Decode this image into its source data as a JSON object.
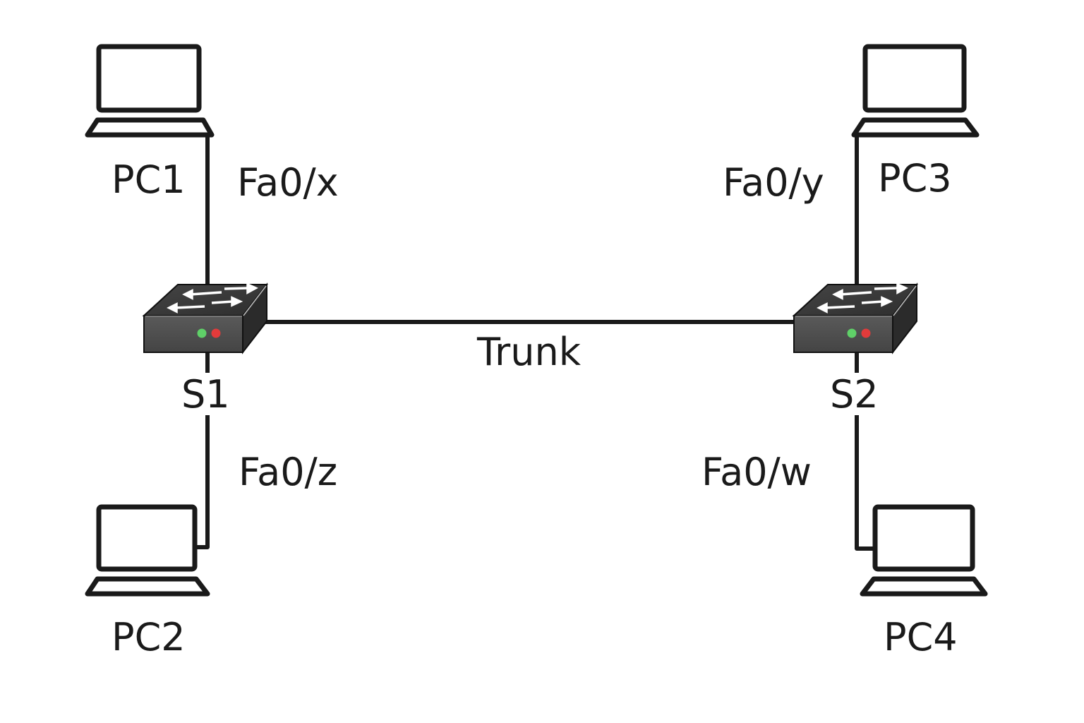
{
  "diagram": {
    "title": "",
    "devices": [
      {
        "id": "pc1",
        "label": "PC1",
        "type": "laptop"
      },
      {
        "id": "pc2",
        "label": "PC2",
        "type": "laptop"
      },
      {
        "id": "pc3",
        "label": "PC3",
        "type": "laptop"
      },
      {
        "id": "pc4",
        "label": "PC4",
        "type": "laptop"
      },
      {
        "id": "s1",
        "label": "S1",
        "type": "switch"
      },
      {
        "id": "s2",
        "label": "S2",
        "type": "switch"
      }
    ],
    "links": [
      {
        "from": "pc1",
        "to": "s1",
        "label": "Fa0/x"
      },
      {
        "from": "pc2",
        "to": "s1",
        "label": "Fa0/z"
      },
      {
        "from": "pc3",
        "to": "s2",
        "label": "Fa0/y"
      },
      {
        "from": "pc4",
        "to": "s2",
        "label": "Fa0/w"
      },
      {
        "from": "s1",
        "to": "s2",
        "label": "Trunk"
      }
    ],
    "colors": {
      "line": "#1a1a1a",
      "switch_body": "#4a4a4a",
      "switch_top": "#3a3a3a",
      "led_green": "#5fd068",
      "led_red": "#e23b3b"
    }
  }
}
